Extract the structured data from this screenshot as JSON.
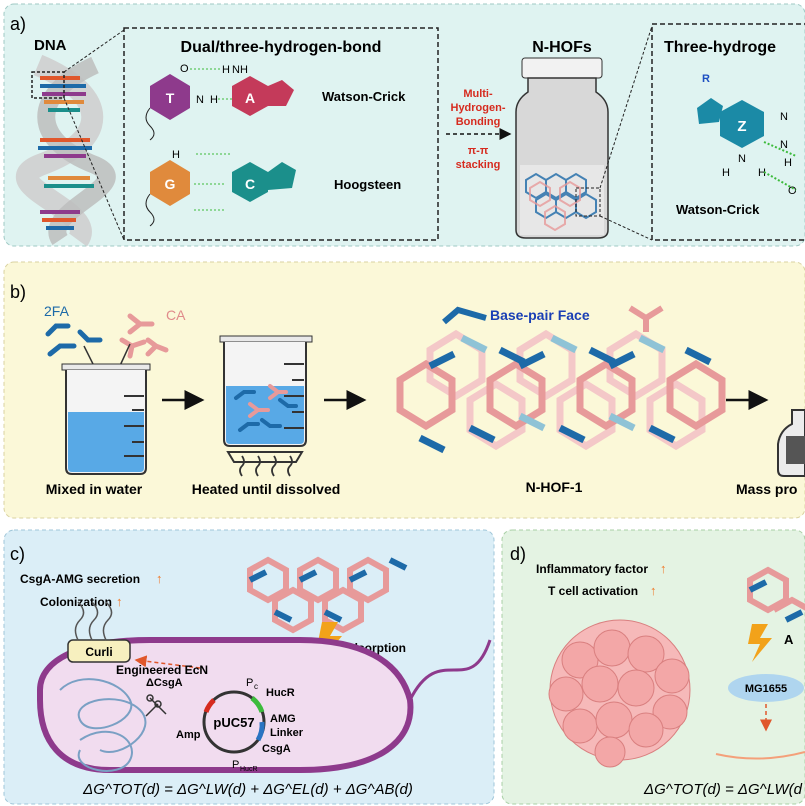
{
  "panel_a": {
    "label": "a)",
    "dna_title": "DNA",
    "box_title": "Dual/three-hydrogen-bond",
    "bases": {
      "T": "T",
      "A": "A",
      "G": "G",
      "C": "C",
      "Z": "Z"
    },
    "watson_crick": "Watson-Crick",
    "hoogsteen": "Hoogsteen",
    "bond_text": [
      "Multi-",
      "Hydrogen-",
      "Bonding"
    ],
    "stack_text": [
      "π-π",
      "stacking"
    ],
    "nhofs_title": "N-HOFs",
    "right_title": "Three-hydroge",
    "r_label": "R",
    "right_watson": "Watson-Crick",
    "atoms": {
      "nh": "NH",
      "n": "N",
      "h": "H",
      "o": "O"
    }
  },
  "panel_b": {
    "label": "b)",
    "twofa": "2FA",
    "ca": "CA",
    "base_pair_face": "Base-pair Face",
    "step1": "Mixed in water",
    "step2": "Heated until dissolved",
    "product": "N-HOF-1",
    "step4": "Mass pro"
  },
  "panel_c": {
    "label": "c)",
    "line1": "CsgA-AMG secretion",
    "line2": "Colonization",
    "up": "↑",
    "curli": "Curli",
    "engineered": "Engineered EcN",
    "plasmid": "pUC57",
    "pc": "P",
    "pc_sub": "c",
    "hucr": "HucR",
    "amg": "AMG",
    "linker": "Linker",
    "csga": "CsgA",
    "phucr": "P",
    "phucr_sub": "HucR",
    "amp": "Amp",
    "dcsga": "ΔCsgA",
    "adsorption": "Adsorption",
    "equation": "ΔG^TOT(d) = ΔG^LW(d) + ΔG^EL(d) + ΔG^AB(d)"
  },
  "panel_d": {
    "label": "d)",
    "line1": "Inflammatory factor",
    "line2": "T cell activation",
    "up": "↑",
    "mg": "MG1655",
    "a_cut": "A",
    "equation": "ΔG^TOT(d) = ΔG^LW(d"
  },
  "colors": {
    "panel_a_bg": "#dff3f1",
    "panel_b_bg": "#fbf8d8",
    "panel_c_bg": "#dbeef7",
    "panel_d_bg": "#e4f3e3",
    "blue_linker": "#1d6aa8",
    "pink_linker": "#e79a9a",
    "red_text": "#d62b1f",
    "orange_arrow": "#f07a2a",
    "T": "#8e3a8c",
    "A": "#c43a5a",
    "G": "#e08a3c",
    "C": "#1b8f8b",
    "Z": "#1b8aa6"
  }
}
